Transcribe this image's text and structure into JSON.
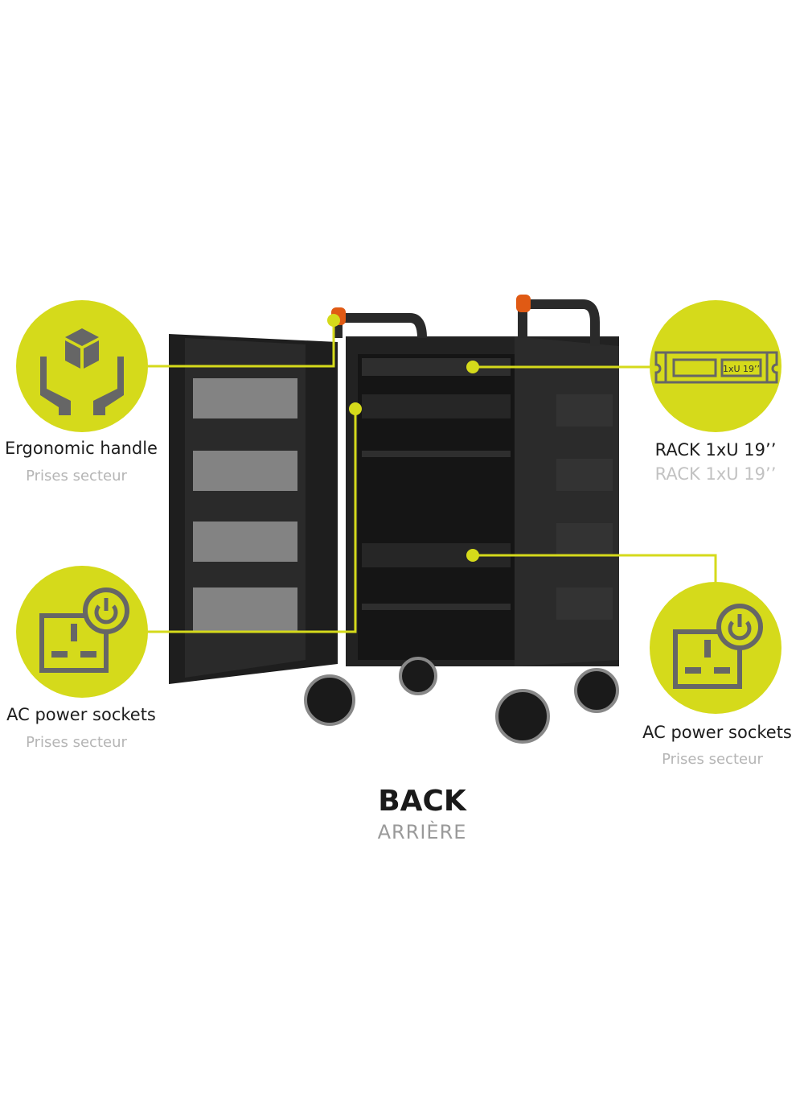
{
  "accent_color": "#d5da1b",
  "callouts": [
    {
      "label": "Ergonomic handle",
      "sub": "Prises secteur",
      "icon": "hands-holding-box-icon"
    },
    {
      "label": "AC power sockets",
      "sub": "Prises secteur",
      "icon": "power-socket-icon"
    },
    {
      "label": "RACK 1xU 19’’",
      "sub": "RACK 1xU 19’’",
      "icon": "rack-unit-icon",
      "icon_text": "1xU 19’’"
    },
    {
      "label": "AC power sockets",
      "sub": "Prises secteur",
      "icon": "power-socket-icon"
    }
  ],
  "view": {
    "title": "BACK",
    "subtitle": "ARRIÈRE"
  }
}
